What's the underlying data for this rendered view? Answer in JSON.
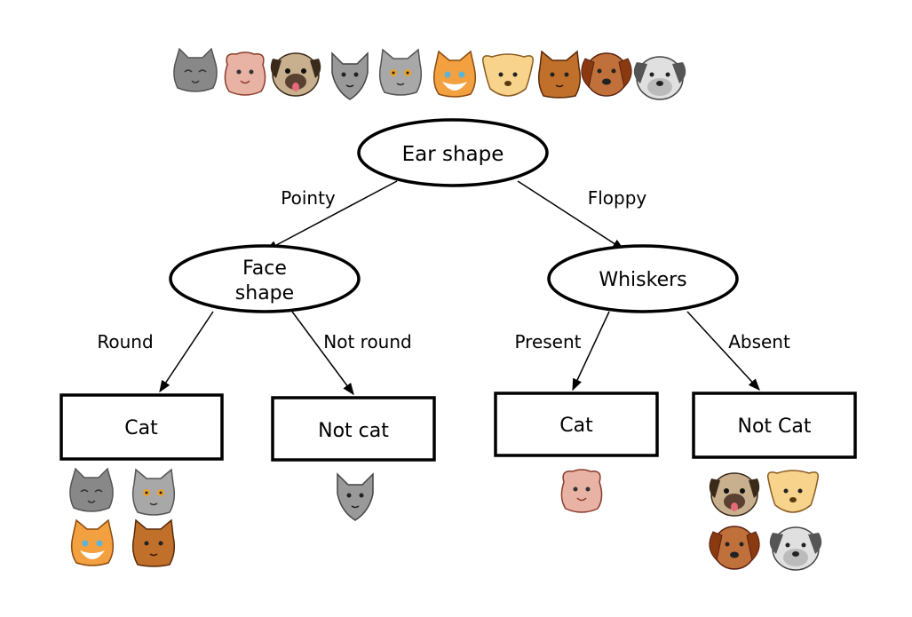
{
  "tree": {
    "root": {
      "label": "Ear shape"
    },
    "edges": {
      "pointy": "Pointy",
      "floppy": "Floppy",
      "round": "Round",
      "not_round": "Not round",
      "present": "Present",
      "absent": "Absent"
    },
    "internal_nodes": {
      "face_shape": [
        "Face",
        "shape"
      ],
      "whiskers": "Whiskers"
    },
    "leaves": {
      "leaf1": "Cat",
      "leaf2": "Not cat",
      "leaf3": "Cat",
      "leaf4": "Not Cat"
    }
  },
  "animals": {
    "top_row": [
      "cat",
      "cat",
      "dog",
      "cat",
      "cat",
      "cat",
      "dog",
      "cat",
      "dog",
      "dog"
    ],
    "leaf1_group": [
      "cat",
      "cat",
      "cat",
      "cat"
    ],
    "leaf2_group": [
      "cat"
    ],
    "leaf3_group": [
      "cat"
    ],
    "leaf4_group": [
      "dog",
      "dog",
      "dog",
      "dog"
    ]
  }
}
